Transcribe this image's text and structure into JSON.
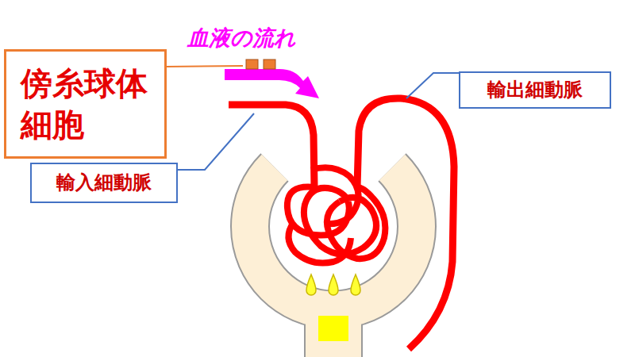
{
  "diagram": {
    "nodes": [
      {
        "text": [
          "傍糸球体 細胞"
        ]
      },
      {
        "text": [
          "輸出細動脈"
        ]
      },
      {
        "text": [
          "輸入細動脈"
        ]
      }
    ],
    "labels": [
      "血液の流れ"
    ]
  }
}
